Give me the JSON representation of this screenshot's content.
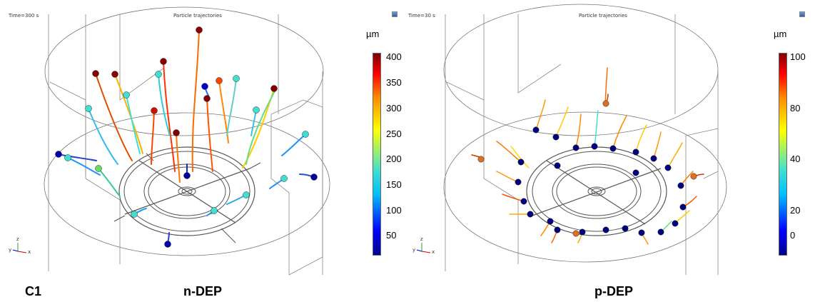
{
  "panels": [
    {
      "id": "left",
      "time_label": "Time=300 s",
      "title": "Particle trajectories",
      "unit": "µm",
      "colorbar_ticks": [
        "400",
        "350",
        "300",
        "250",
        "200",
        "150",
        "100",
        "50"
      ],
      "caption_left": "C1",
      "caption_main": "n-DEP"
    },
    {
      "id": "right",
      "time_label": "Time=30 s",
      "title": "Particle trajectories",
      "unit": "µm",
      "colorbar_ticks": [
        "100",
        "80",
        "40",
        "20",
        "0"
      ],
      "caption_main": "p-DEP"
    }
  ],
  "axis_triad": {
    "x": "x",
    "y": "y",
    "z": "z"
  },
  "colors": {
    "cb_low": "#00008b",
    "cb_mid": "#40e0d0",
    "cb_high": "#800000"
  }
}
